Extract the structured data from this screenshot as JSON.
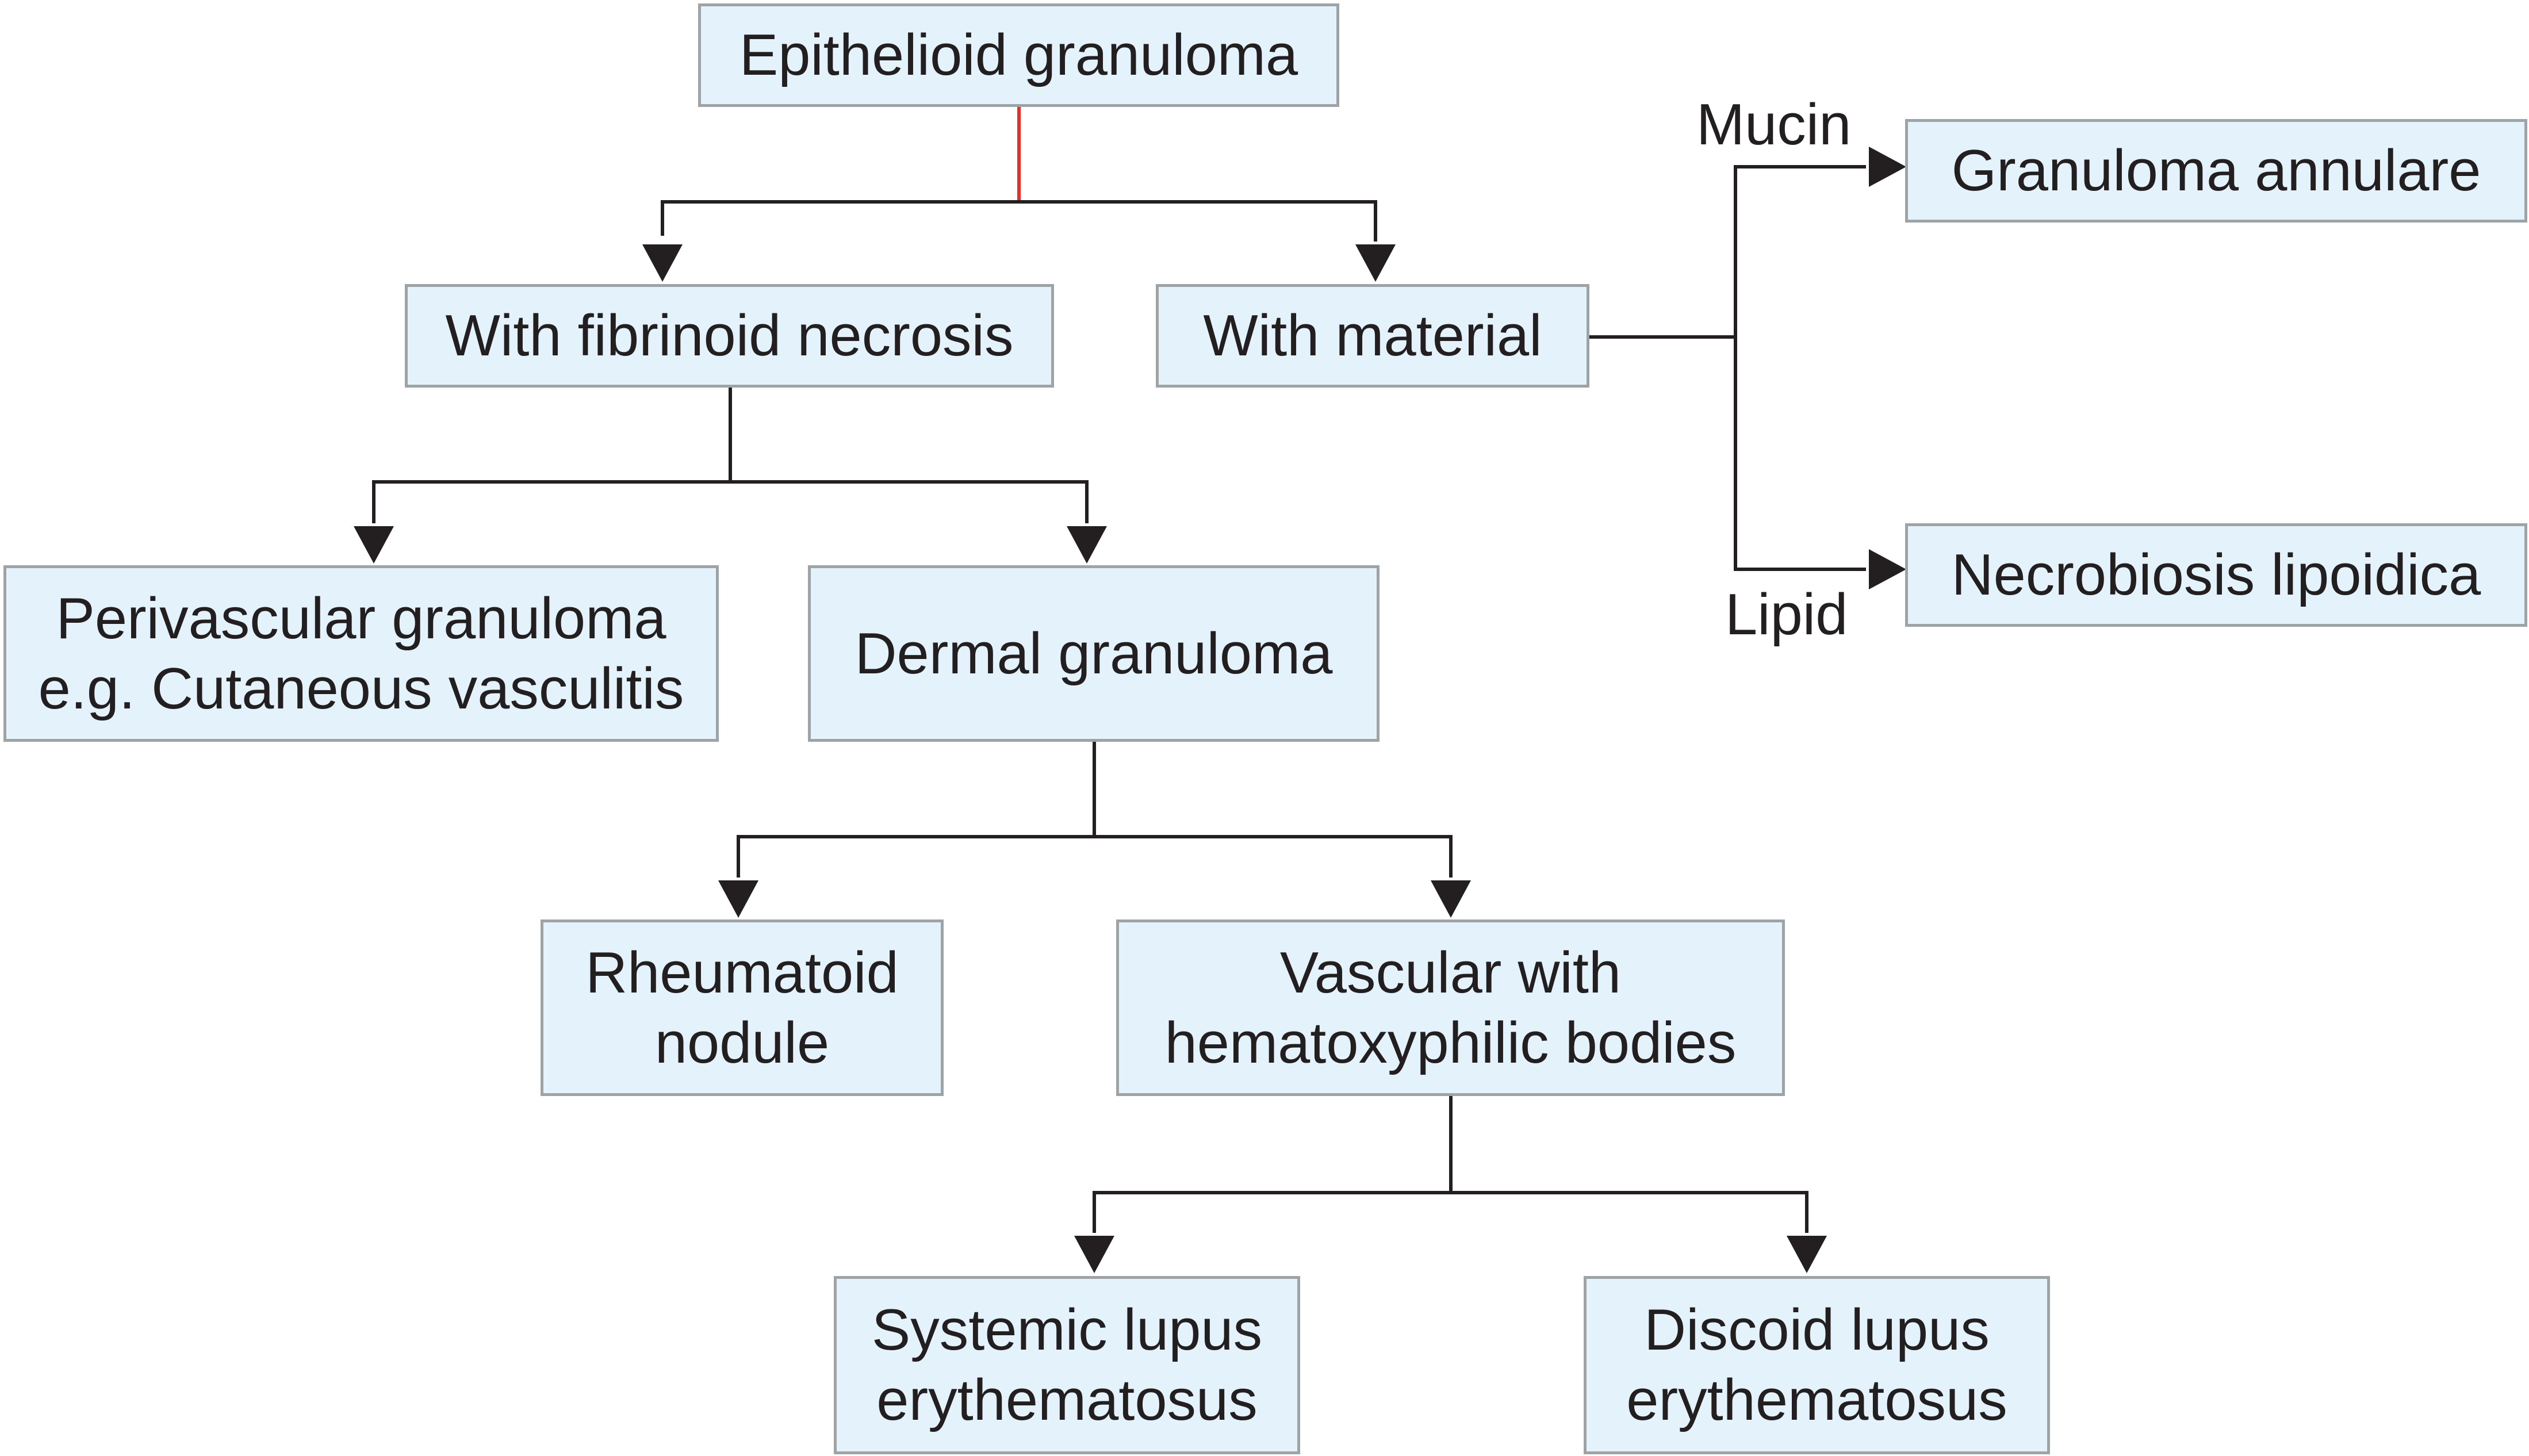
{
  "diagram": {
    "nodes": {
      "root": {
        "label": "Epithelioid granuloma"
      },
      "fibrinoid": {
        "label": "With fibrinoid necrosis"
      },
      "material": {
        "label": "With material"
      },
      "granuloma_annulare": {
        "label": "Granuloma annulare"
      },
      "necrobiosis": {
        "label": "Necrobiosis lipoidica"
      },
      "perivascular": {
        "label_line1": "Perivascular granuloma",
        "label_line2": "e.g. Cutaneous vasculitis"
      },
      "dermal": {
        "label": "Dermal granuloma"
      },
      "rheumatoid": {
        "label_line1": "Rheumatoid",
        "label_line2": "nodule"
      },
      "vascular": {
        "label_line1": "Vascular with",
        "label_line2": "hematoxyphilic bodies"
      },
      "sle": {
        "label_line1": "Systemic lupus",
        "label_line2": "erythematosus"
      },
      "dle": {
        "label_line1": "Discoid lupus",
        "label_line2": "erythematosus"
      }
    },
    "edge_labels": {
      "mucin": "Mucin",
      "lipid": "Lipid"
    },
    "colors": {
      "box_fill": "#e3f2fb",
      "box_border": "#9ea3a6",
      "line": "#231f20",
      "highlight_line": "#e0322b"
    }
  }
}
